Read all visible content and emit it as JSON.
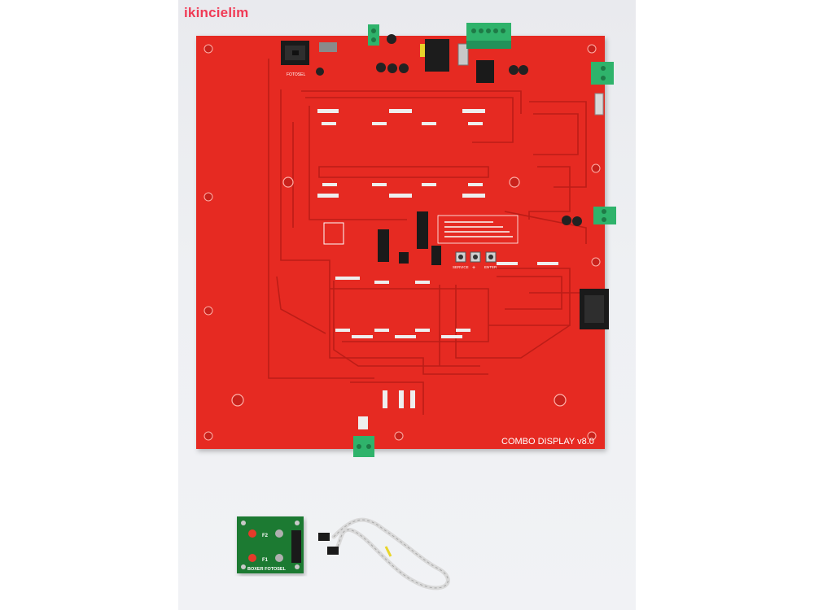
{
  "watermark": "ikincielim",
  "main_board": {
    "title": "COMBO DISPLAY v8.0",
    "connector_label": "FOTOSEL",
    "button_labels": [
      "SERVICE",
      "+",
      "ENTER"
    ],
    "board_color": "#e62a22"
  },
  "sensor_board": {
    "title": "BOXER FOTOSEL",
    "labels": [
      "F2",
      "F1"
    ],
    "board_color": "#1e7a33"
  }
}
